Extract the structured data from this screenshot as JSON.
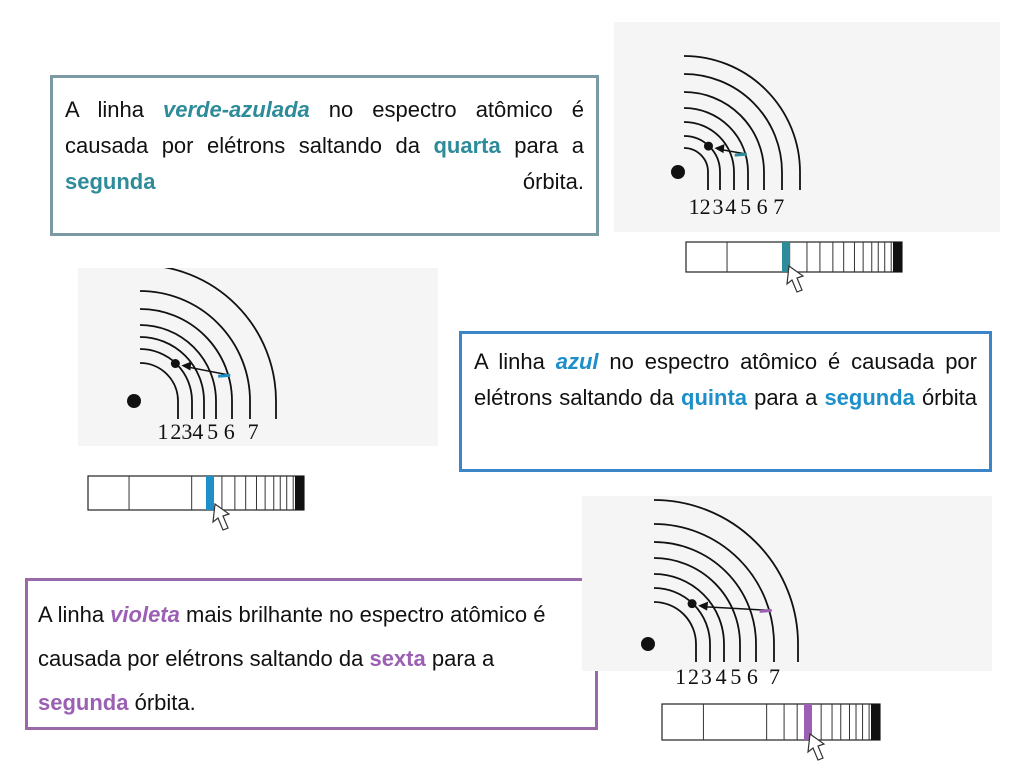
{
  "colors": {
    "teal": "#2e8b99",
    "blue": "#1d8fc9",
    "violet": "#9b5fb3",
    "teal_border": "#7b9aa6",
    "blue_border": "#3a86c8",
    "violet_border": "#9a6aa8"
  },
  "orbit_labels": [
    "1",
    "2",
    "3",
    "4",
    "5",
    "6",
    "7"
  ],
  "box1": {
    "t1": "A linha ",
    "color_word": "verde-azulada",
    "t2": " no espectro atômico é causada por elétrons saltando da ",
    "from": "quarta",
    "t3": " para a ",
    "to": "segunda",
    "t4": " órbita."
  },
  "box2": {
    "t1": "A linha ",
    "color_word": "azul",
    "t2": " no espectro atômico é causada por elétrons saltando da ",
    "from": "quinta",
    "t3": " para a ",
    "to": "segunda",
    "t4": " órbita"
  },
  "box3": {
    "t1": "A linha ",
    "color_word": "violeta",
    "t2": " mais brilhante no espectro atômico é causada por elétrons saltando da ",
    "from": "sexta",
    "t3": " para a ",
    "to": "segunda",
    "t4": " órbita."
  },
  "figures": [
    {
      "name": "teal",
      "from_orbit": 4,
      "to_orbit": 2,
      "color": "#2e8b99"
    },
    {
      "name": "blue",
      "from_orbit": 5,
      "to_orbit": 2,
      "color": "#1d8fc9"
    },
    {
      "name": "violet",
      "from_orbit": 6,
      "to_orbit": 2,
      "color": "#9b5fb3"
    }
  ]
}
